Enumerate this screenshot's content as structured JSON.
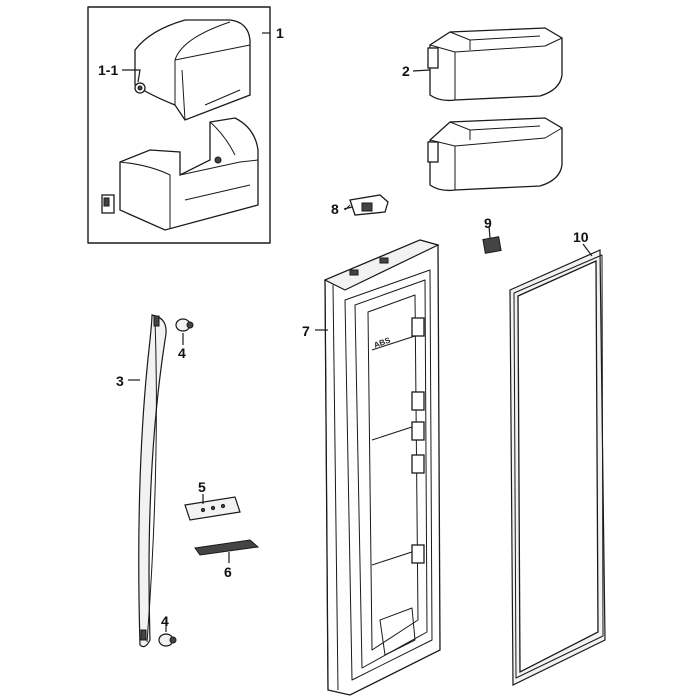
{
  "callouts": {
    "c1": "1",
    "c1_1": "1-1",
    "c2": "2",
    "c3": "3",
    "c4_top": "4",
    "c4_bottom": "4",
    "c5": "5",
    "c6": "6",
    "c7": "7",
    "c8": "8",
    "c9": "9",
    "c10": "10"
  },
  "liner_stamp": "ABS"
}
